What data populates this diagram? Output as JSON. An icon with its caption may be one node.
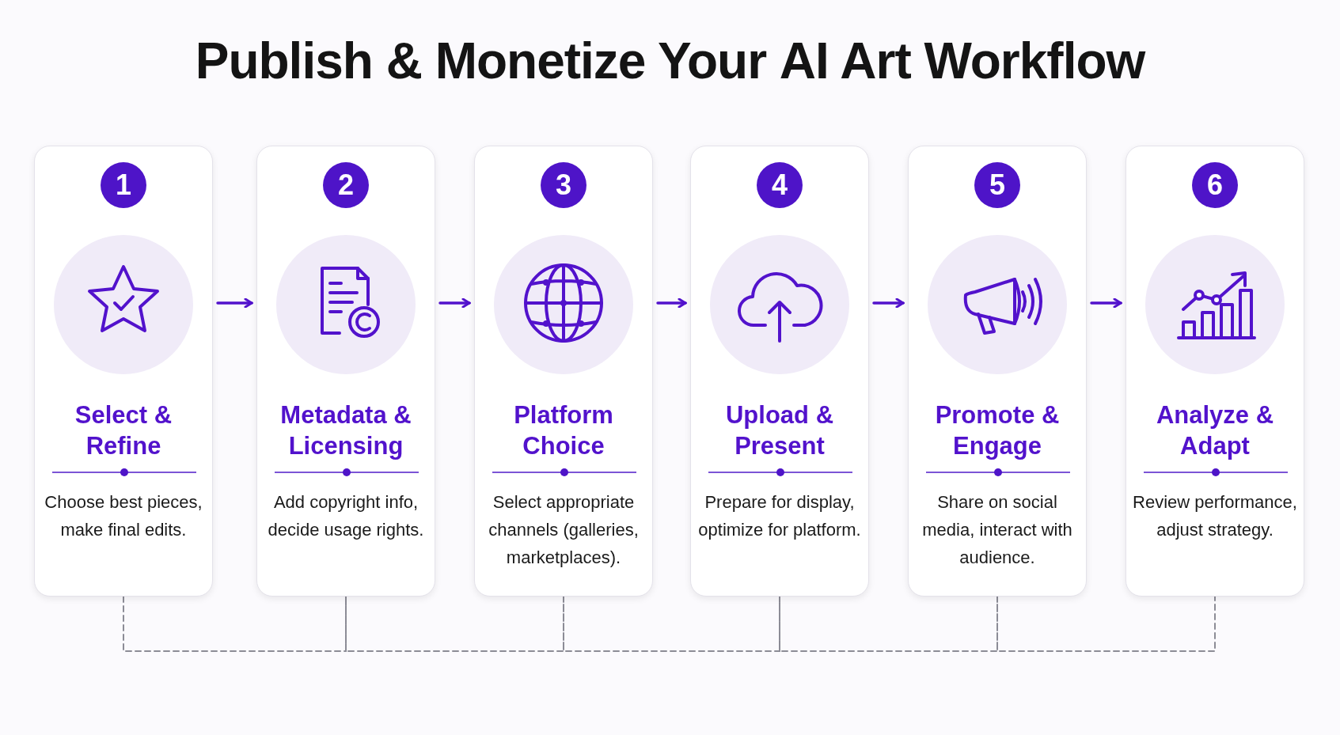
{
  "diagram": {
    "title": "**Publish & Monetize** Your **AI Art** Workflow",
    "nodes": [
      {
        "text": [
          "1",
          "Select & Refine",
          "Choose best pieces, make final edits."
        ]
      },
      {
        "text": [
          "2",
          "Metadata & Licensing",
          "Add copyright info, decide usage rights."
        ]
      },
      {
        "text": [
          "3",
          "Platform Choice",
          "Select appropriate channels (galleries, marketplaces)."
        ]
      },
      {
        "text": [
          "4",
          "Upload & Present",
          "Prepare for display, optimize for platform."
        ]
      },
      {
        "text": [
          "5",
          "Promote & Engage",
          "Share on social media, interact with audience."
        ]
      },
      {
        "text": [
          "6",
          "Analyze & Adapt",
          "Review performance, adjust strategy."
        ]
      }
    ],
    "edges": [
      {
        "from": 0,
        "to": 1,
        "arrow": "to"
      },
      {
        "from": 1,
        "to": 2,
        "arrow": "to"
      },
      {
        "from": 2,
        "to": 3,
        "arrow": "to"
      },
      {
        "from": 3,
        "to": 4,
        "arrow": "to"
      },
      {
        "from": 4,
        "to": 5,
        "arrow": "to"
      },
      {
        "from": 0,
        "to": 1,
        "arrow": "none",
        "style": "dashed",
        "color": "#8c8c96"
      },
      {
        "from": 1,
        "to": 2,
        "arrow": "none",
        "style": "dashed",
        "color": "#8c8c96"
      },
      {
        "from": 2,
        "to": 3,
        "arrow": "none",
        "style": "dashed",
        "color": "#8c8c96"
      },
      {
        "from": 3,
        "to": 4,
        "arrow": "none",
        "style": "dashed",
        "color": "#8c8c96"
      },
      {
        "from": 4,
        "to": 5,
        "arrow": "none",
        "style": "dashed",
        "color": "#8c8c96"
      }
    ]
  }
}
